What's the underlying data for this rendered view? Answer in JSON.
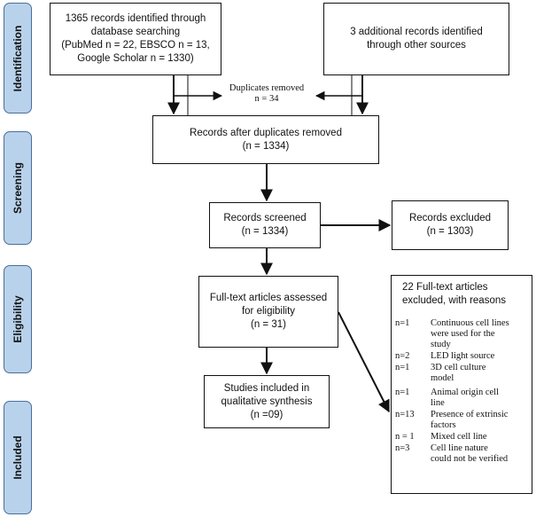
{
  "phases": {
    "identification": "Identification",
    "screening": "Screening",
    "eligibility": "Eligibility",
    "included": "Included"
  },
  "boxes": {
    "database": {
      "line1": "1365 records identified through",
      "line2": "database searching",
      "line3": "(PubMed n = 22, EBSCO n = 13,",
      "line4": "Google Scholar n = 1330)"
    },
    "other_sources": {
      "line1": "3 additional records identified",
      "line2": "through other sources"
    },
    "duplicates_removed": {
      "line1": "Duplicates removed",
      "line2": "n = 34"
    },
    "after_duplicates": {
      "line1": "Records after duplicates removed",
      "line2": "(n = 1334)"
    },
    "screened": {
      "line1": "Records screened",
      "line2": "(n = 1334)"
    },
    "excluded": {
      "line1": "Records excluded",
      "line2": "(n = 1303)"
    },
    "fulltext": {
      "line1": "Full-text articles assessed",
      "line2": "for eligibility",
      "line3": "(n = 31)"
    },
    "included": {
      "line1": "Studies included in",
      "line2": "qualitative synthesis",
      "line3": "(n =09)"
    },
    "fulltext_excluded": {
      "title1": "22 Full-text articles",
      "title2": "excluded, with reasons",
      "reasons": [
        {
          "n": "n=1",
          "lines": [
            "Continuous cell lines",
            "were used for the",
            "study"
          ]
        },
        {
          "n": "n=2",
          "lines": [
            "LED light source"
          ]
        },
        {
          "n": "n=1",
          "lines": [
            "3D cell culture",
            "model"
          ]
        },
        {
          "n": "n=1",
          "lines": [
            "Animal origin cell",
            "line"
          ]
        },
        {
          "n": "n=13",
          "lines": [
            "Presence of extrinsic",
            "factors"
          ]
        },
        {
          "n": "n = 1",
          "lines": [
            "Mixed cell line"
          ]
        },
        {
          "n": "n=3",
          "lines": [
            "Cell line nature",
            "could  not be verified"
          ]
        }
      ]
    }
  }
}
